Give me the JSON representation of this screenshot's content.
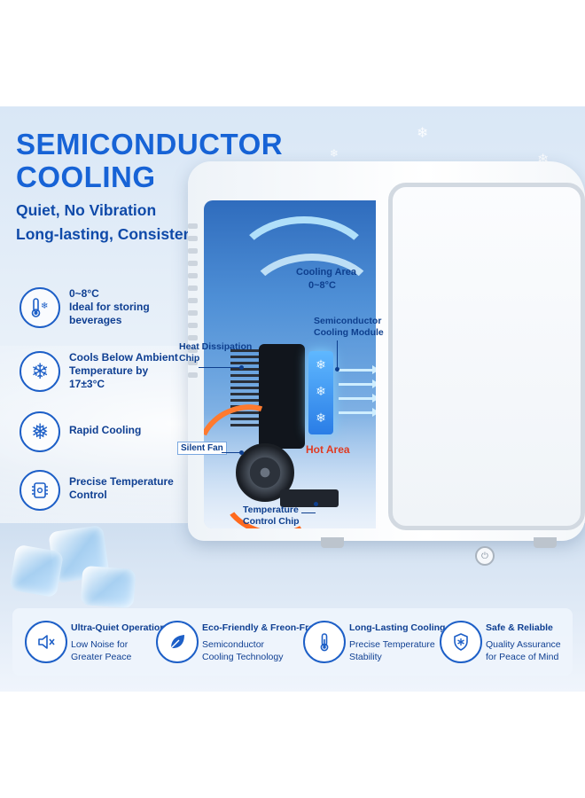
{
  "header": {
    "title_line1": "SEMICONDUCTOR",
    "title_line2": "COOLING",
    "subtitle_line1": "Quiet, No Vibration",
    "subtitle_line2": "Long-lasting, Consistent Cooling"
  },
  "diagram": {
    "cooling_area_label": "Cooling Area",
    "cooling_area_range": "0~8°C",
    "module_label_line1": "Semiconductor",
    "module_label_line2": "Cooling Module",
    "heat_label_line1": "Heat Dissipation",
    "heat_label_line2": "Chip",
    "fan_label": "Silent Fan",
    "hot_area_label": "Hot Area",
    "chip_label_line1": "Temperature",
    "chip_label_line2": "Control Chip"
  },
  "features": [
    {
      "icon": "thermometer-snowflake-icon",
      "lines": [
        "0~8°C",
        "Ideal for storing",
        "beverages"
      ]
    },
    {
      "icon": "snowflake-icon",
      "lines": [
        "Cools Below Ambient",
        "Temperature by",
        "17±3°C"
      ]
    },
    {
      "icon": "snowflake-icon",
      "lines": [
        "Rapid Cooling"
      ]
    },
    {
      "icon": "chip-icon",
      "lines": [
        "Precise Temperature",
        "Control"
      ]
    }
  ],
  "benefits": [
    {
      "icon": "speaker-mute-icon",
      "title": "Ultra-Quiet Operation",
      "desc": [
        "Low Noise for",
        "Greater Peace"
      ]
    },
    {
      "icon": "leaf-icon",
      "title": "Eco-Friendly & Freon-Free",
      "desc": [
        "Semiconductor",
        "Cooling Technology"
      ]
    },
    {
      "icon": "thermometer-icon",
      "title": "Long-Lasting Cooling",
      "desc": [
        "Precise Temperature",
        "Stability"
      ]
    },
    {
      "icon": "shield-snowflake-icon",
      "title": "Safe & Reliable",
      "desc": [
        "Quality Assurance",
        "for Peace of Mind"
      ]
    }
  ],
  "colors": {
    "title_blue": "#1763d6",
    "text_navy": "#0f3f92",
    "hot_red": "#e03b22",
    "heat_orange": "#ff7a2f"
  }
}
